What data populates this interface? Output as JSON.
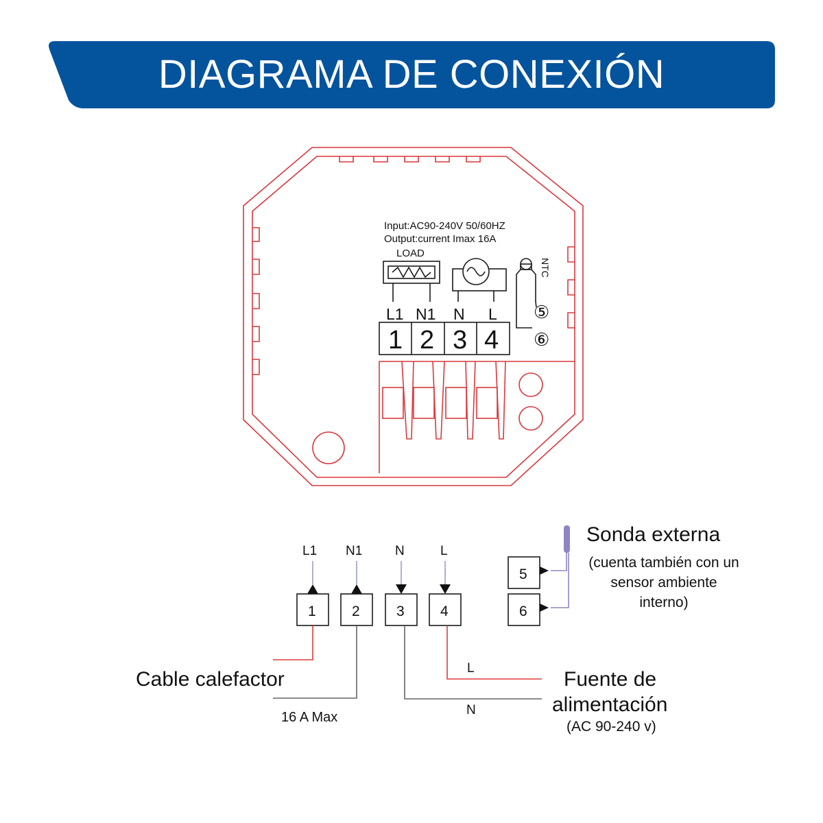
{
  "header": {
    "title": "DIAGRAMA DE CONEXIÓN"
  },
  "colors": {
    "banner": "#04539d",
    "device_outline": "#d8383c",
    "wire_red": "#e03a3a",
    "wire_gray": "#666666",
    "probe": "#8e86c4"
  },
  "device": {
    "input_spec": "Input:AC90-240V 50/60HZ",
    "output_spec": "Output:current Imax 16A",
    "load_label": "LOAD",
    "ntc_label": "NTC",
    "terminal_letters": [
      "L1",
      "N1",
      "N",
      "L"
    ],
    "terminal_numbers": [
      "1",
      "2",
      "3",
      "4"
    ],
    "sensor_terminals": [
      "⑤",
      "⑥"
    ]
  },
  "wiring": {
    "top_labels": [
      "L1",
      "N1",
      "N",
      "L"
    ],
    "terminals": [
      "1",
      "2",
      "3",
      "4"
    ],
    "sensor_terminals": [
      "5",
      "6"
    ],
    "sonda_title": "Sonda externa",
    "sonda_note_line1": "(cuenta también con un",
    "sonda_note_line2": "sensor ambiente",
    "sonda_note_line3": "interno)",
    "heater_label": "Cable calefactor",
    "heater_max": "16 A Max",
    "supply_label_line1": "Fuente de",
    "supply_label_line2": "alimentación",
    "supply_voltage": "(AC 90-240 v)",
    "wire_l": "L",
    "wire_n": "N"
  }
}
